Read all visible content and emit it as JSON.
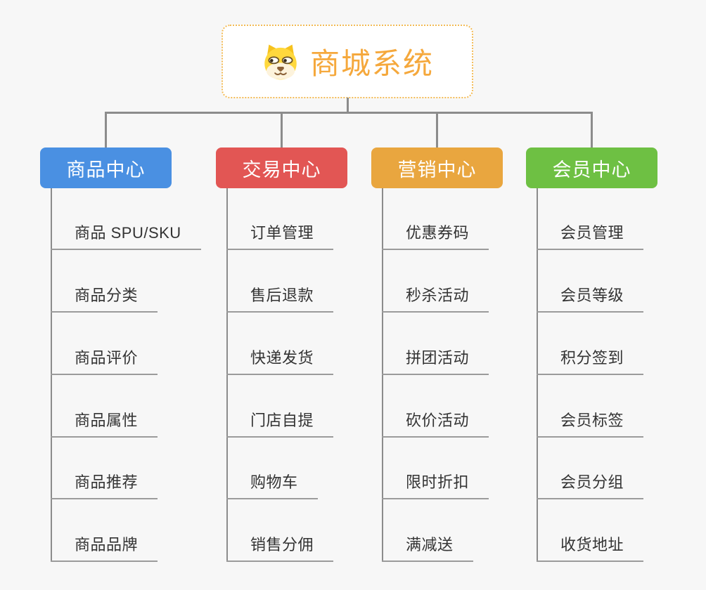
{
  "root": {
    "label": "商城系统",
    "label_color": "#F5A83C",
    "border_color": "#F3BB55",
    "icon": "dog-face-icon"
  },
  "branches": [
    {
      "label": "商品中心",
      "color": "#4A90E2",
      "children": [
        "商品 SPU/SKU",
        "商品分类",
        "商品评价",
        "商品属性",
        "商品推荐",
        "商品品牌"
      ]
    },
    {
      "label": "交易中心",
      "color": "#E25654",
      "children": [
        "订单管理",
        "售后退款",
        "快递发货",
        "门店自提",
        "购物车",
        "销售分佣"
      ]
    },
    {
      "label": "营销中心",
      "color": "#E9A63F",
      "children": [
        "优惠券码",
        "秒杀活动",
        "拼团活动",
        "砍价活动",
        "限时折扣",
        "满减送"
      ]
    },
    {
      "label": "会员中心",
      "color": "#6EC043",
      "children": [
        "会员管理",
        "会员等级",
        "积分签到",
        "会员标签",
        "会员分组",
        "收货地址"
      ]
    }
  ],
  "colors": {
    "background": "#F7F7F7",
    "connector": "#8C8C8C",
    "leaf_underline": "#9B9B9B",
    "leaf_text": "#333333",
    "branch_text": "#FFFFFF"
  }
}
